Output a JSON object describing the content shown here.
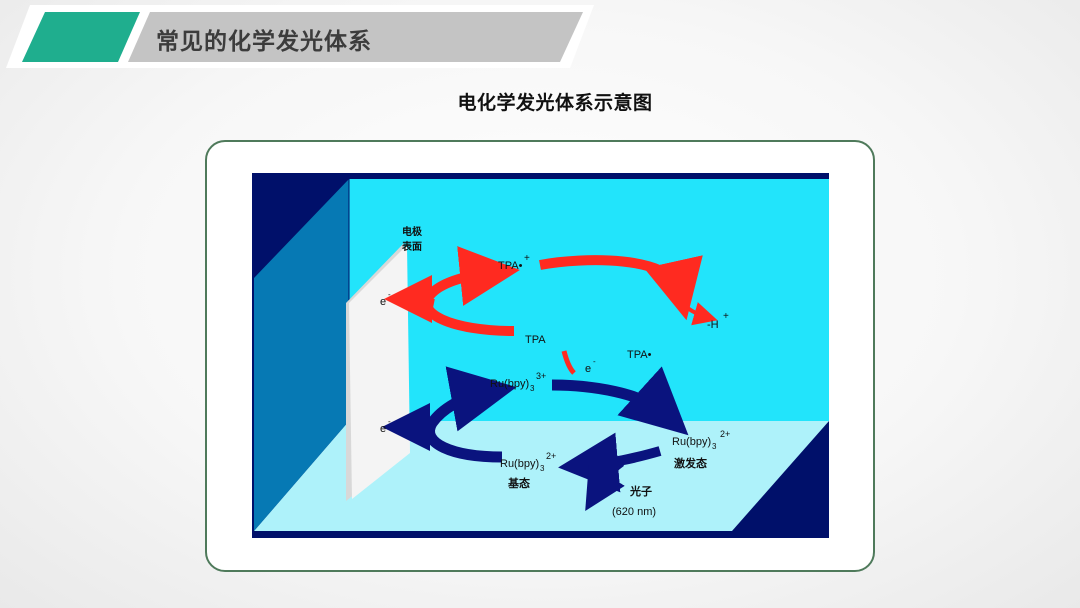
{
  "header": {
    "title": "常见的化学发光体系"
  },
  "figure": {
    "title": "电化学发光体系示意图"
  },
  "diagram": {
    "electrode_label_1": "电极",
    "electrode_label_2": "表面",
    "electron_top": "e",
    "electron_bottom": "e",
    "electron_mid": "e",
    "minus_sign": "-",
    "tpa_radical_cation": "TPA•",
    "tpa_radical_cation_sup": "+",
    "tpa": "TPA",
    "tpa_radical": "TPA•",
    "proton_loss": "-H",
    "proton_sup": "+",
    "ru3_main": "Ru(bpy)",
    "ru3_sub": "3",
    "ru3_sup": "3+",
    "ru2_excited_main": "Ru(bpy)",
    "ru2_excited_sub": "3",
    "ru2_excited_sup": "2+",
    "excited_label": "激发态",
    "ru2_ground_main": "Ru(bpy)",
    "ru2_ground_sub": "3",
    "ru2_ground_sup": "2+",
    "ground_label": "基态",
    "photon_label": "光子",
    "photon_wavelength": "(620 nm)"
  },
  "colors": {
    "accent_teal": "#1fae8e",
    "header_gray": "#c4c4c4",
    "frame_border": "#4f7a5b",
    "wall_cyan": "#22e4fb",
    "floor_light": "#aef2fa",
    "navy": "#00106a",
    "side_wall_blue": "#0679b4",
    "red_arrow": "#ff2a20",
    "blue_arrow": "#0a137e"
  }
}
